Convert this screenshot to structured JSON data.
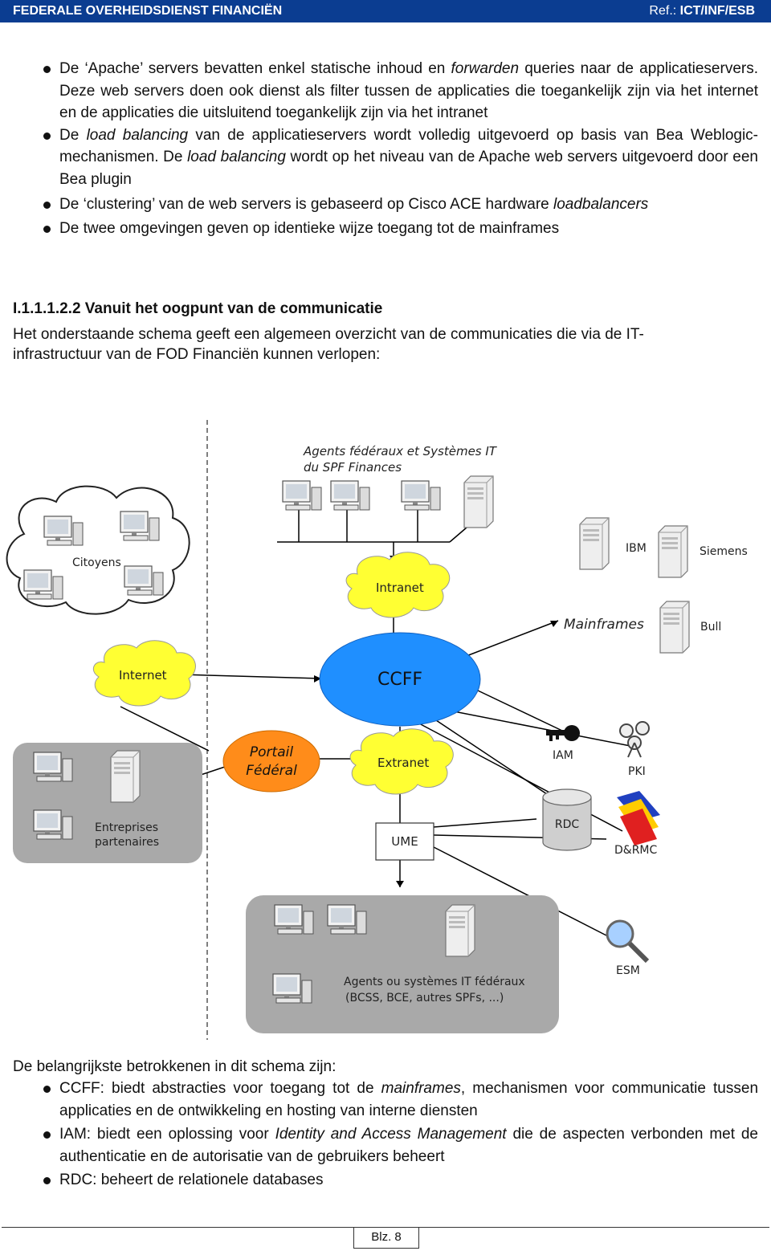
{
  "header": {
    "org": "FEDERALE OVERHEIDSDIENST FINANCIËN",
    "ref_prefix": "Ref.: ",
    "ref_code": "ICT/INF/ESB"
  },
  "bullets_top": [
    {
      "p1": "De ‘Apache’ servers bevatten enkel statische inhoud en ",
      "i1": "forwarden",
      "p2": " queries naar de applicatieservers. Deze web servers doen ook dienst als filter tussen de applicaties die toegankelijk zijn via het internet en de applicaties die uitsluitend toegankelijk zijn via het intranet",
      "i2": "",
      "p3": ""
    },
    {
      "p1": "De ",
      "i1": "load balancing",
      "p2": " van de applicatieservers wordt volledig uitgevoerd op basis van Bea Weblogic-mechanismen. De ",
      "i2": "load balancing",
      "p3": " wordt op het niveau van de Apache web servers uitgevoerd door een Bea plugin"
    },
    {
      "p1": "De ‘clustering’ van de web servers is gebaseerd op Cisco ACE hardware ",
      "i1": "loadbalancers",
      "p2": "",
      "i2": "",
      "p3": ""
    },
    {
      "p1": "De twee omgevingen geven op identieke wijze toegang tot de mainframes",
      "i1": "",
      "p2": "",
      "i2": "",
      "p3": ""
    }
  ],
  "section_heading": "I.1.1.1.2.2 Vanuit het oogpunt van de communicatie",
  "section_intro": "Het onderstaande schema geeft een algemeen overzicht van de communicaties die via de IT-infrastructuur van de FOD Financiën kunnen verlopen:",
  "diagram": {
    "agents_title_line1": "Agents fédéraux et Systèmes IT",
    "agents_title_line2": "du SPF Finances",
    "citoyens": "Citoyens",
    "intranet": "Intranet",
    "internet": "Internet",
    "ccff": "CCFF",
    "extranet": "Extranet",
    "portail_line1": "Portail",
    "portail_line2": "Fédéral",
    "ume": "UME",
    "entreprises_line1": "Entreprises",
    "entreprises_line2": "partenaires",
    "ibm": "IBM",
    "siemens": "Siemens",
    "mainframes": "Mainframes",
    "bull": "Bull",
    "iam": "IAM",
    "pki": "PKI",
    "rdc": "RDC",
    "dmrc": "D&RMC",
    "esm": "ESM",
    "agents_bottom_line1": "Agents ou systèmes IT fédéraux",
    "agents_bottom_line2": "(BCSS, BCE, autres SPFs, ...)"
  },
  "belangrijkste": "De belangrijkste betrokkenen in dit schema zijn:",
  "bullets_bottom": [
    {
      "p1": "CCFF: biedt abstracties voor toegang tot de ",
      "i1": "mainframes",
      "p2": ", mechanismen voor communicatie tussen applicaties en de ontwikkeling en hosting van interne diensten"
    },
    {
      "p1": "IAM: biedt een oplossing voor ",
      "i1": "Identity and Access Management",
      "p2": " die de aspecten verbonden met de authenticatie en de autorisatie van de gebruikers beheert"
    },
    {
      "p1": "RDC: beheert de relationele databases",
      "i1": "",
      "p2": ""
    }
  ],
  "footer": {
    "page": "Blz. 8"
  },
  "colors": {
    "header_bg": "#0b3d91",
    "cloud_yellow": "#ffff33",
    "ccff_blue": "#1f8fff",
    "portail_orange": "#ff8c1a",
    "panel_gray": "#a9a9a9"
  }
}
